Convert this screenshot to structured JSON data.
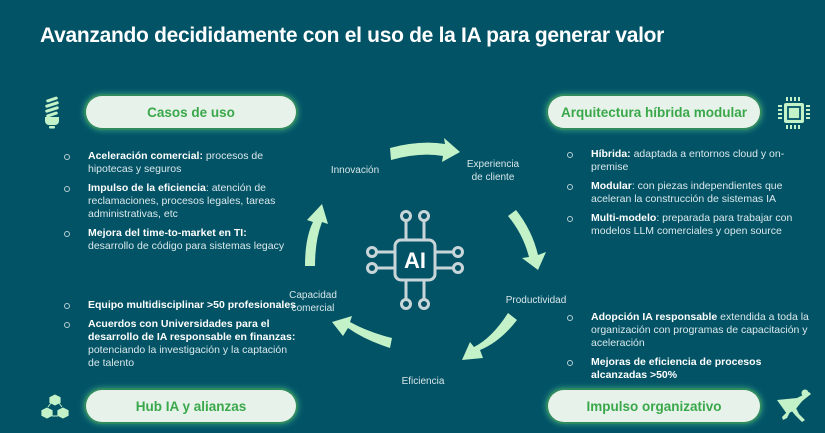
{
  "title": "Avanzando decididamente con el uso de la IA para generar valor",
  "colors": {
    "background": "#025366",
    "pill_bg": "#e6f2ea",
    "pill_text": "#3aa84a",
    "accent_light": "#c4f2c8",
    "icon_gray": "#c9d6d9"
  },
  "quadrants": {
    "top_left": {
      "label": "Casos de uso",
      "icon": "lightbulb-icon",
      "items": [
        {
          "bold": "Aceleración comercial:",
          "text": " procesos de hipotecas y seguros"
        },
        {
          "bold": "Impulso de la eficiencia",
          "text": ": atención de reclamaciones, procesos legales, tareas administrativas, etc"
        },
        {
          "bold": "Mejora del time-to-market en TI:",
          "text": " desarrollo de código para sistemas legacy"
        }
      ]
    },
    "top_right": {
      "label": "Arquitectura híbrida modular",
      "icon": "chip-icon",
      "items": [
        {
          "bold": "Híbrida:",
          "text": " adaptada a entornos cloud y on-premise"
        },
        {
          "bold": "Modular",
          "text": ": con piezas independientes que aceleran la construcción de sistemas IA"
        },
        {
          "bold": "Multi-modelo",
          "text": ": preparada para trabajar con modelos LLM comerciales y open source"
        }
      ]
    },
    "bottom_left": {
      "label": "Hub IA y alianzas",
      "icon": "network-cubes-icon",
      "items": [
        {
          "bold": "Equipo multidisciplinar >50 profesionales",
          "text": ""
        },
        {
          "bold": "Acuerdos con Universidades para el desarrollo de IA responsable en finanzas:",
          "text": " potenciando la investigación y la captación de talento"
        }
      ]
    },
    "bottom_right": {
      "label": "Impulso organizativo",
      "icon": "superhero-icon",
      "items": [
        {
          "bold": "Adopción IA responsable",
          "text": " extendida a toda la organización con programas de capacitación y aceleración"
        },
        {
          "bold": "Mejoras de eficiencia de procesos alcanzadas >50%",
          "text": ""
        }
      ]
    }
  },
  "cycle": {
    "center_icon": "ai-chip-icon",
    "center_text": "AI",
    "labels": {
      "innovacion": "Innovación",
      "experiencia_1": "Experiencia",
      "experiencia_2": "de cliente",
      "productividad": "Productividad",
      "eficiencia": "Eficiencia",
      "capacidad_1": "Capacidad",
      "capacidad_2": "comercial"
    }
  }
}
